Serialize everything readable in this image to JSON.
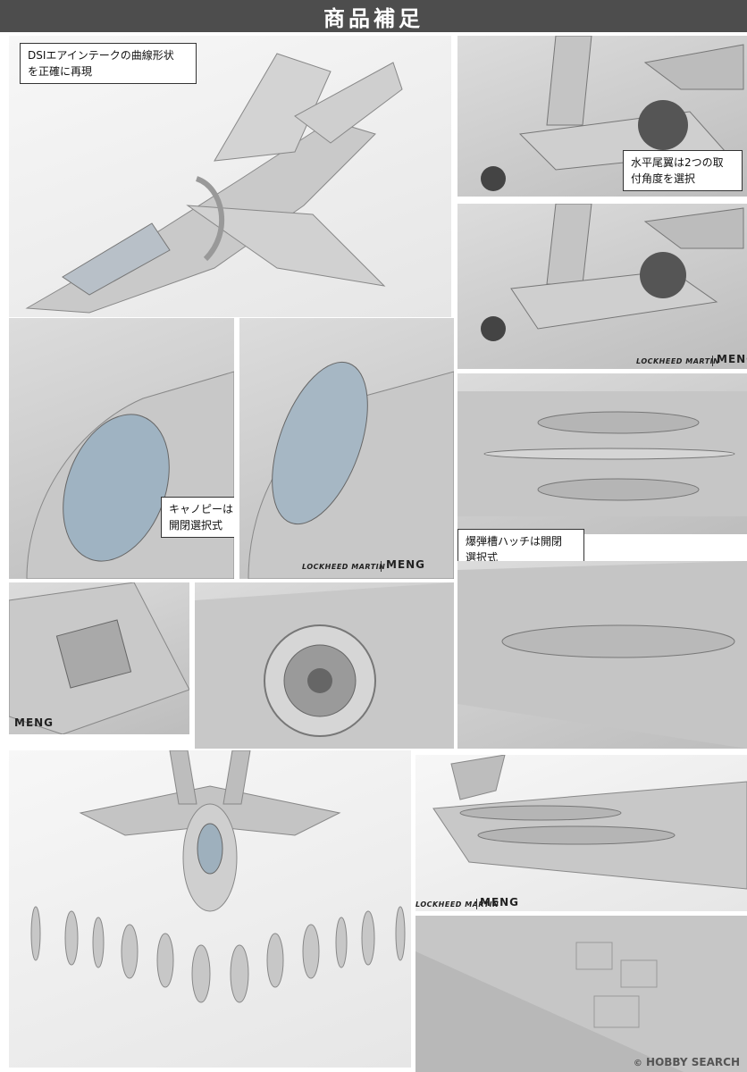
{
  "header": {
    "title": "商品補足"
  },
  "callouts": {
    "dsi": "DSIエアインテークの曲線形状\nを正確に再現",
    "stabilizer": "水平尾翼は2つの取\n付角度を選択",
    "canopy": "キャノピーは\n開閉選択式",
    "bay": "爆弾槽ハッチは開閉\n選択式"
  },
  "brands": {
    "lockheed": "LOCKHEED MARTIN",
    "meng": "MENG"
  },
  "watermark": {
    "copy": "©",
    "name": "HOBBY SEARCH"
  },
  "colors": {
    "banner": "#4d4d4d",
    "model_gray": "#c8c8c8"
  }
}
